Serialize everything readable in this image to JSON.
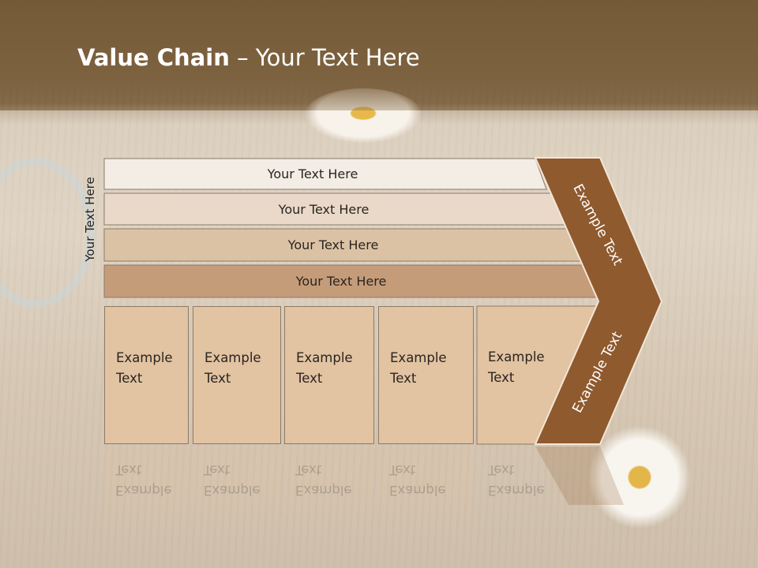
{
  "title": {
    "bold": "Value Chain",
    "rest": " – Your Text Here"
  },
  "side_label": "Your Text Here",
  "bands": [
    "Your Text Here",
    "Your Text Here",
    "Your Text Here",
    "Your Text Here"
  ],
  "cells": [
    {
      "line1": "Example",
      "line2": "Text"
    },
    {
      "line1": "Example",
      "line2": "Text"
    },
    {
      "line1": "Example",
      "line2": "Text"
    },
    {
      "line1": "Example",
      "line2": "Text"
    },
    {
      "line1": "Example",
      "line2": "Text"
    }
  ],
  "chevron": {
    "upper": "Example Text",
    "lower": "Example Text"
  },
  "colors": {
    "title_bar": "#7a5f3c",
    "chevron": "#8f5a2e",
    "cell": "#e2c3a2",
    "band1": "#f3ede6",
    "band2": "#ead9c8",
    "band3": "#dcc2a5",
    "band4": "#c59c79"
  }
}
